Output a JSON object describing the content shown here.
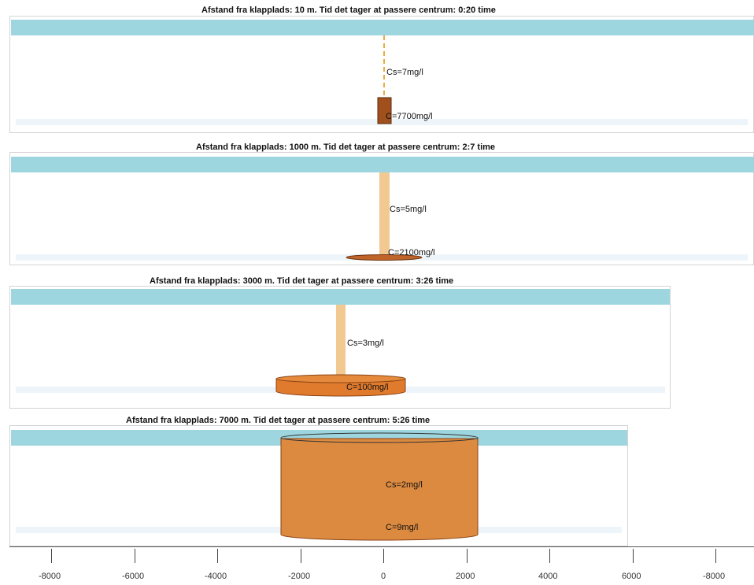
{
  "panels": [
    {
      "title": "Afstand fra klapplads: 10 m. Tid det tager at passere centrum: 0:20 time",
      "cs_label": "Cs=7mg/l",
      "c_label": "C=7700mg/l"
    },
    {
      "title": "Afstand fra klapplads: 1000 m. Tid det tager at passere centrum: 2:7 time",
      "cs_label": "Cs=5mg/l",
      "c_label": "C=2100mg/l"
    },
    {
      "title": "Afstand fra klapplads: 3000 m. Tid det tager at passere centrum: 3:26 time",
      "cs_label": "Cs=3mg/l",
      "c_label": "C=100mg/l"
    },
    {
      "title": "Afstand fra klapplads: 7000 m. Tid det tager at passere centrum: 5:26 time",
      "cs_label": "Cs=2mg/l",
      "c_label": "C=9mg/l"
    }
  ],
  "x_axis": {
    "ticks": [
      "-8000",
      "-6000",
      "-4000",
      "-2000",
      "0",
      "2000",
      "4000",
      "6000",
      "-8000"
    ]
  },
  "colors": {
    "water_band": "#9ed6df",
    "plume_light": "#f3c992",
    "plume_dark_brown": "#a0501c",
    "plume_orange": "#e07b2e",
    "cloud_tan": "#dc8a40"
  }
}
